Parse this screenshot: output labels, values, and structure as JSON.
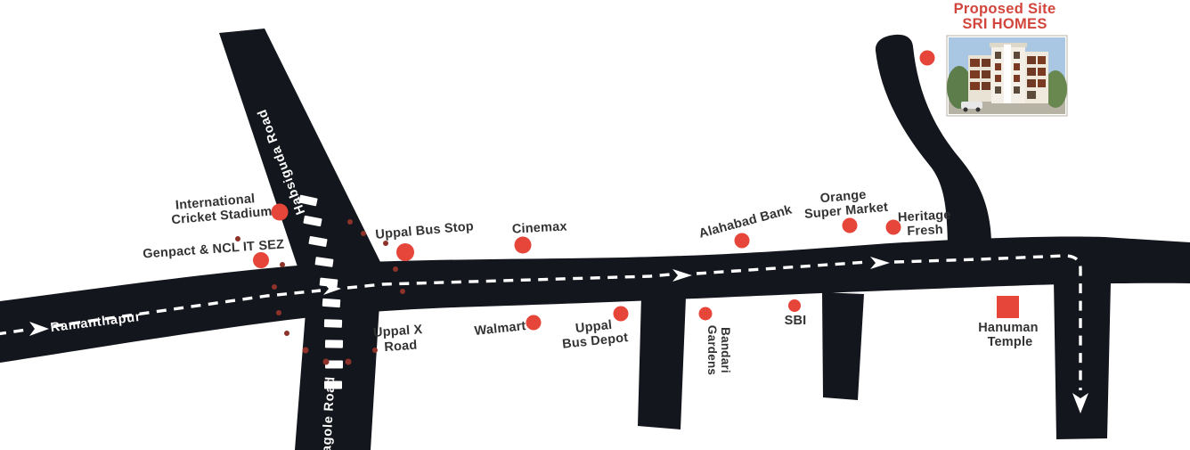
{
  "title": {
    "line1": "Proposed Site",
    "line2": "SRI HOMES"
  },
  "road_names": {
    "main_destination": "Ramanthapur",
    "habsiguda": "Habsiguda Road",
    "nagole": "Nagole Road"
  },
  "landmarks": {
    "cricket": {
      "line1": "International",
      "line2": "Cricket Stadium"
    },
    "genpact": {
      "line1": "Genpact & NCL IT SEZ"
    },
    "uppal_bus_stop": {
      "line1": "Uppal Bus Stop"
    },
    "cinemax": {
      "line1": "Cinemax"
    },
    "alahabad_bank": {
      "line1": "Alahabad Bank"
    },
    "orange_super_market": {
      "line1": "Orange",
      "line2": "Super Market"
    },
    "heritage_fresh": {
      "line1": "Heritage",
      "line2": "Fresh"
    },
    "uppal_x_road": {
      "line1": "Uppal X",
      "line2": "Road"
    },
    "walmart": {
      "line1": "Walmart"
    },
    "uppal_bus_depot": {
      "line1": "Uppal",
      "line2": "Bus Depot"
    },
    "bandari_gardens": {
      "line1": "Bandari",
      "line2": "Gardens"
    },
    "sbi": {
      "line1": "SBI"
    },
    "hanuman_temple": {
      "line1": "Hanuman",
      "line2": "Temple"
    }
  },
  "colors": {
    "road": "#14161d",
    "marker": "#e6453a",
    "marker_small": "#8e322a",
    "title_red": "#d2453c",
    "label": "#333333",
    "route": "#ffffff"
  }
}
